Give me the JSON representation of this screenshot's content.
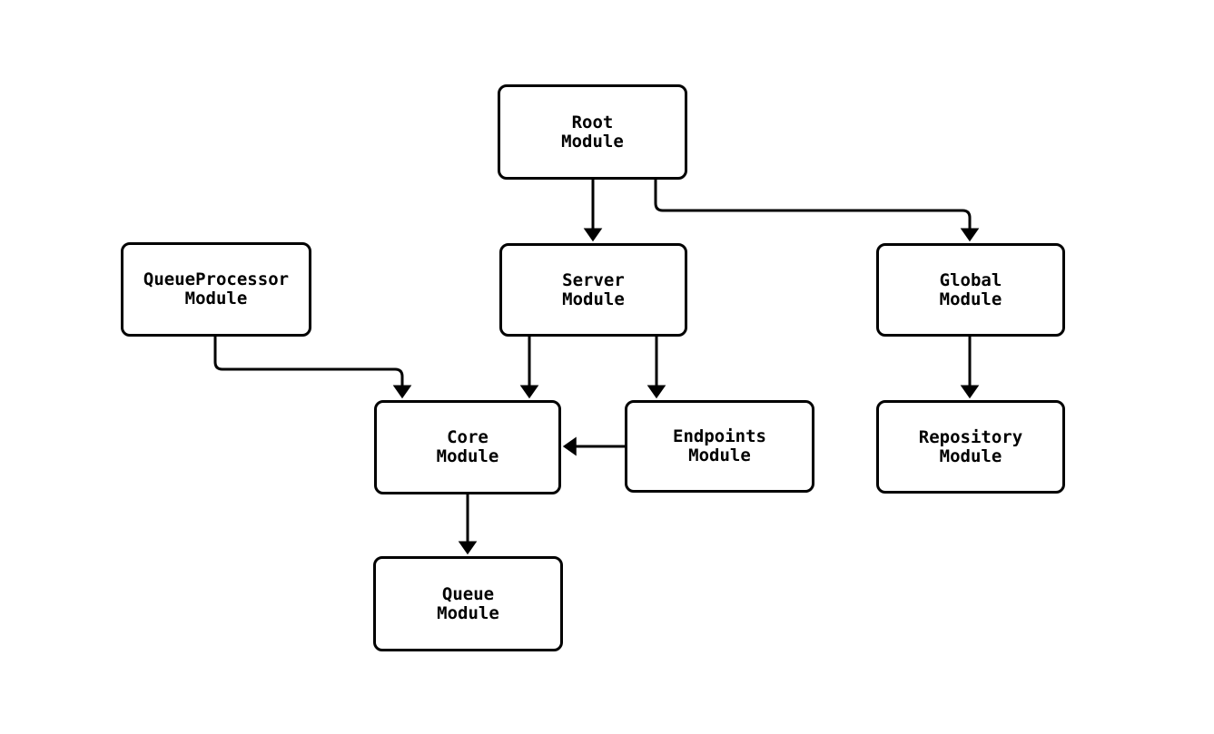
{
  "diagram": {
    "type": "flowchart",
    "background_color": "#ffffff",
    "node_fill_color": "#ffffff",
    "node_stroke_color": "#000000",
    "edge_color": "#000000",
    "text_color": "#000000",
    "nodes": [
      {
        "id": "root",
        "label": "Root\nModule"
      },
      {
        "id": "queueprocessor",
        "label": "QueueProcessor\nModule"
      },
      {
        "id": "server",
        "label": "Server\nModule"
      },
      {
        "id": "global",
        "label": "Global\nModule"
      },
      {
        "id": "core",
        "label": "Core\nModule"
      },
      {
        "id": "endpoints",
        "label": "Endpoints\nModule"
      },
      {
        "id": "repository",
        "label": "Repository\nModule"
      },
      {
        "id": "queue",
        "label": "Queue\nModule"
      }
    ],
    "edges": [
      {
        "from": "Root Module",
        "to": "Server Module"
      },
      {
        "from": "Root Module",
        "to": "Global Module"
      },
      {
        "from": "QueueProcessor Module",
        "to": "Core Module"
      },
      {
        "from": "Server Module",
        "to": "Core Module"
      },
      {
        "from": "Server Module",
        "to": "Endpoints Module"
      },
      {
        "from": "Global Module",
        "to": "Repository Module"
      },
      {
        "from": "Endpoints Module",
        "to": "Core Module"
      },
      {
        "from": "Core Module",
        "to": "Queue Module"
      }
    ]
  }
}
